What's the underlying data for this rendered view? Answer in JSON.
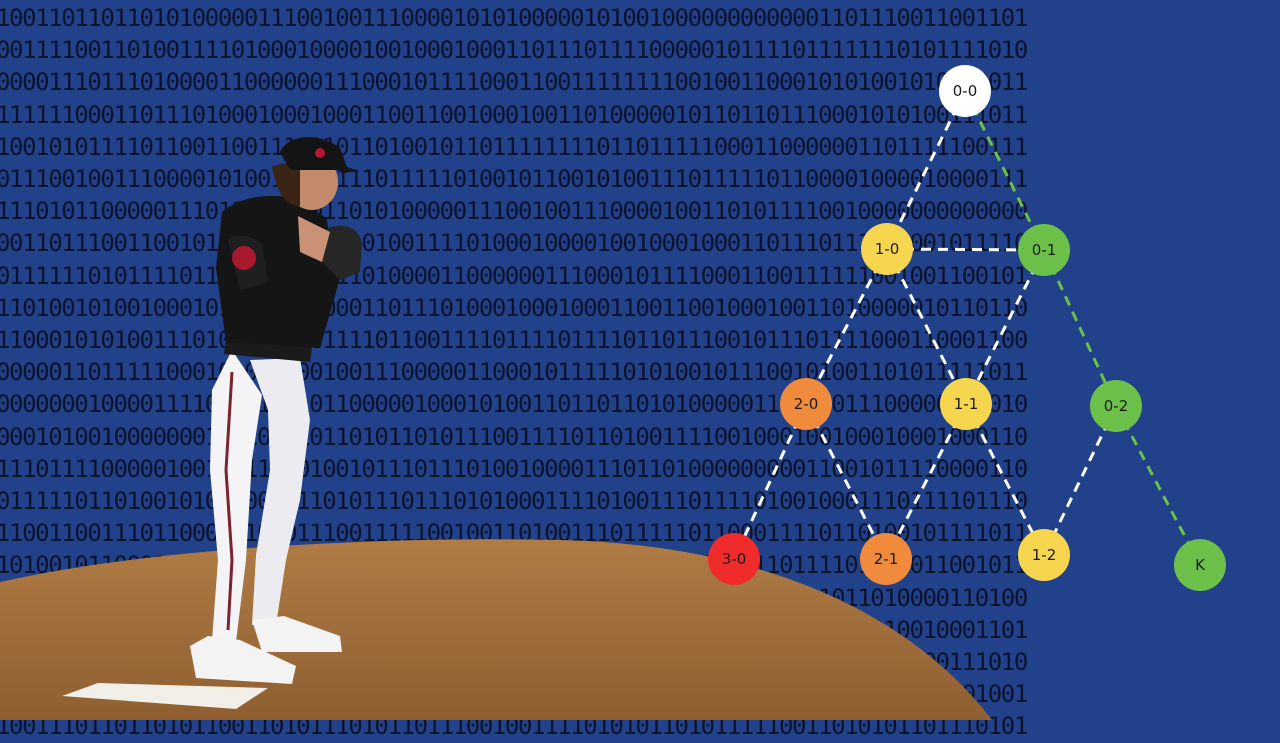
{
  "background_binary": [
    "1001101101101010000011100100111000010101000001010010000000000001101110011001101",
    "0011110011010011110100010000100100010001101110111100000101111011111110101111010",
    "0000111011101000011000000111000101111000110011111111001001100010101001010010011",
    "1111110001101110100010001000110011001000100110100000101101101110001010100111011",
    "1001010111101100110011111101101001011011111111011011111000110000001101111100111",
    "0111001001110000101001010111101111101001011001010011101111101100001000010000111",
    "1110101100000111011100110110101000001110010011100001001101011110010000000000000",
    "0011011100110010110001110011010011110100010000100100010001101110111000001011110",
    "0111111010111101100001110111010000110000001110001011110001100111111001001100101",
    "1101001010010001010011111000110111010001000100011001100100010011010000010110110",
    "1100010101001110101001010111101100111101111011110110111001011101111000110001100",
    "0000011011111000101011100100111000001100010111110101001011100101001101011111011",
    "0000000100001111001111010110000010001010011011011010100000111010011100000101010",
    "0001010010000000110101110110101101011100111101101001111001000100100010001000110",
    "1110111100000100101110001001011101110100100001110110100000000011001011110000110",
    "0111110110100101001000111010111011101010001111010011101111010010001110111101110",
    "1100110011101100011101011100111110010011010011101111101100011110110100101111011",
    "1010010110001101111110101111000110000000011011000001010111110111101001011001011",
    "0011001110101100011110011001011010011010001110100101001001010101011010000110100",
    "1101010001100010111001101000101011110000010011001101101011110110001010010001101",
    "0101110011001001010100101011011001110100011011101010110110100101110100100111010",
    "0110100111001011010110001011110110100011110111010101111001001110111010111001001",
    "1001110110110101100110101110101101110010011110101011010111110011010101101110101"
  ],
  "diagram": {
    "nodes": [
      {
        "id": "0-0",
        "label": "0-0",
        "color": "#ffffff"
      },
      {
        "id": "1-0",
        "label": "1-0",
        "color": "#f7d64f"
      },
      {
        "id": "0-1",
        "label": "0-1",
        "color": "#6cc04a"
      },
      {
        "id": "2-0",
        "label": "2-0",
        "color": "#f08a3c"
      },
      {
        "id": "1-1",
        "label": "1-1",
        "color": "#f7d64f"
      },
      {
        "id": "0-2",
        "label": "0-2",
        "color": "#6cc04a"
      },
      {
        "id": "3-0",
        "label": "3-0",
        "color": "#ef2b2b"
      },
      {
        "id": "2-1",
        "label": "2-1",
        "color": "#f08a3c"
      },
      {
        "id": "1-2",
        "label": "1-2",
        "color": "#f7d64f"
      },
      {
        "id": "K",
        "label": "K",
        "color": "#6cc04a"
      }
    ],
    "edges": [
      {
        "from": "0-0",
        "to": "1-0",
        "style": "dashed-white"
      },
      {
        "from": "0-0",
        "to": "0-1",
        "style": "dashed-green"
      },
      {
        "from": "1-0",
        "to": "0-1",
        "style": "dashed-white"
      },
      {
        "from": "1-0",
        "to": "2-0",
        "style": "dashed-white"
      },
      {
        "from": "1-0",
        "to": "1-1",
        "style": "dashed-white"
      },
      {
        "from": "0-1",
        "to": "1-1",
        "style": "dashed-white"
      },
      {
        "from": "0-1",
        "to": "0-2",
        "style": "dashed-green"
      },
      {
        "from": "2-0",
        "to": "3-0",
        "style": "dashed-white"
      },
      {
        "from": "2-0",
        "to": "2-1",
        "style": "dashed-white"
      },
      {
        "from": "1-1",
        "to": "2-1",
        "style": "dashed-white"
      },
      {
        "from": "1-1",
        "to": "1-2",
        "style": "dashed-white"
      },
      {
        "from": "0-2",
        "to": "1-2",
        "style": "dashed-white"
      },
      {
        "from": "0-2",
        "to": "K",
        "style": "dashed-green"
      }
    ]
  },
  "colors": {
    "background": "#21418a",
    "binary_text": "#0a1028",
    "mound": "#a8743f",
    "path_green": "#6cc04a"
  },
  "scene": {
    "pitcher": "pitcher-photo",
    "mound": "pitchers-mound",
    "rubber": "pitching-rubber"
  }
}
